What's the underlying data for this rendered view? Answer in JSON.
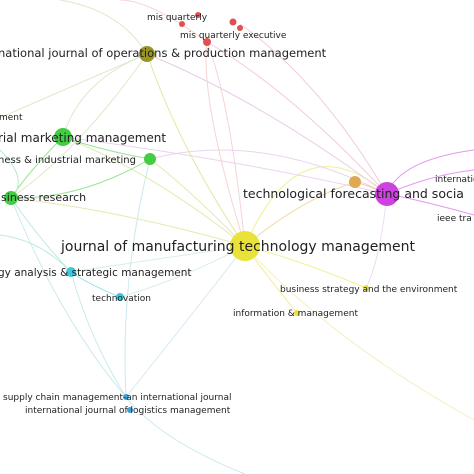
{
  "network": {
    "nodes": [
      {
        "id": "jmtm",
        "label": "journal of manufacturing technology management",
        "color": "#e8e23a",
        "cluster": "yellow"
      },
      {
        "id": "tfsc",
        "label": "technological forecasting and socia",
        "color": "#cc44dd",
        "cluster": "purple"
      },
      {
        "id": "ijopm",
        "label": "national journal of operations & production management",
        "color": "#9a9428",
        "cluster": "olive"
      },
      {
        "id": "misq",
        "label": "mis quarterly",
        "color": "#e05050",
        "cluster": "red"
      },
      {
        "id": "misqe",
        "label": "mis quarterly executive",
        "color": "#e05050",
        "cluster": "red"
      },
      {
        "id": "imm",
        "label": "rial marketing management",
        "color": "#44cc44",
        "cluster": "green"
      },
      {
        "id": "jbim",
        "label": "ness & industrial marketing",
        "color": "#44cc44",
        "cluster": "green"
      },
      {
        "id": "jbr",
        "label": "isiness research",
        "color": "#44cc44",
        "cluster": "green"
      },
      {
        "id": "ment",
        "label": "ment",
        "color": "#44cc44",
        "cluster": "green"
      },
      {
        "id": "tasm",
        "label": "gy analysis & strategic management",
        "color": "#3dc8dc",
        "cluster": "cyan"
      },
      {
        "id": "techno",
        "label": "technovation",
        "color": "#3dc8dc",
        "cluster": "cyan"
      },
      {
        "id": "bse",
        "label": "business strategy and the environment",
        "color": "#e8e23a",
        "cluster": "yellow"
      },
      {
        "id": "im",
        "label": "information & management",
        "color": "#e8e23a",
        "cluster": "yellow"
      },
      {
        "id": "scm",
        "label": "supply chain management-an international journal",
        "color": "#3da0dc",
        "cluster": "blue"
      },
      {
        "id": "ijlm",
        "label": "international journal of logistics management",
        "color": "#3da0dc",
        "cluster": "blue"
      },
      {
        "id": "inter",
        "label": "internatio",
        "color": "#cc44dd",
        "cluster": "purple"
      },
      {
        "id": "ieee",
        "label": "ieee tra",
        "color": "#cc44dd",
        "cluster": "purple"
      },
      {
        "id": "orange",
        "label": "",
        "color": "#e0a850",
        "cluster": "orange"
      }
    ]
  }
}
